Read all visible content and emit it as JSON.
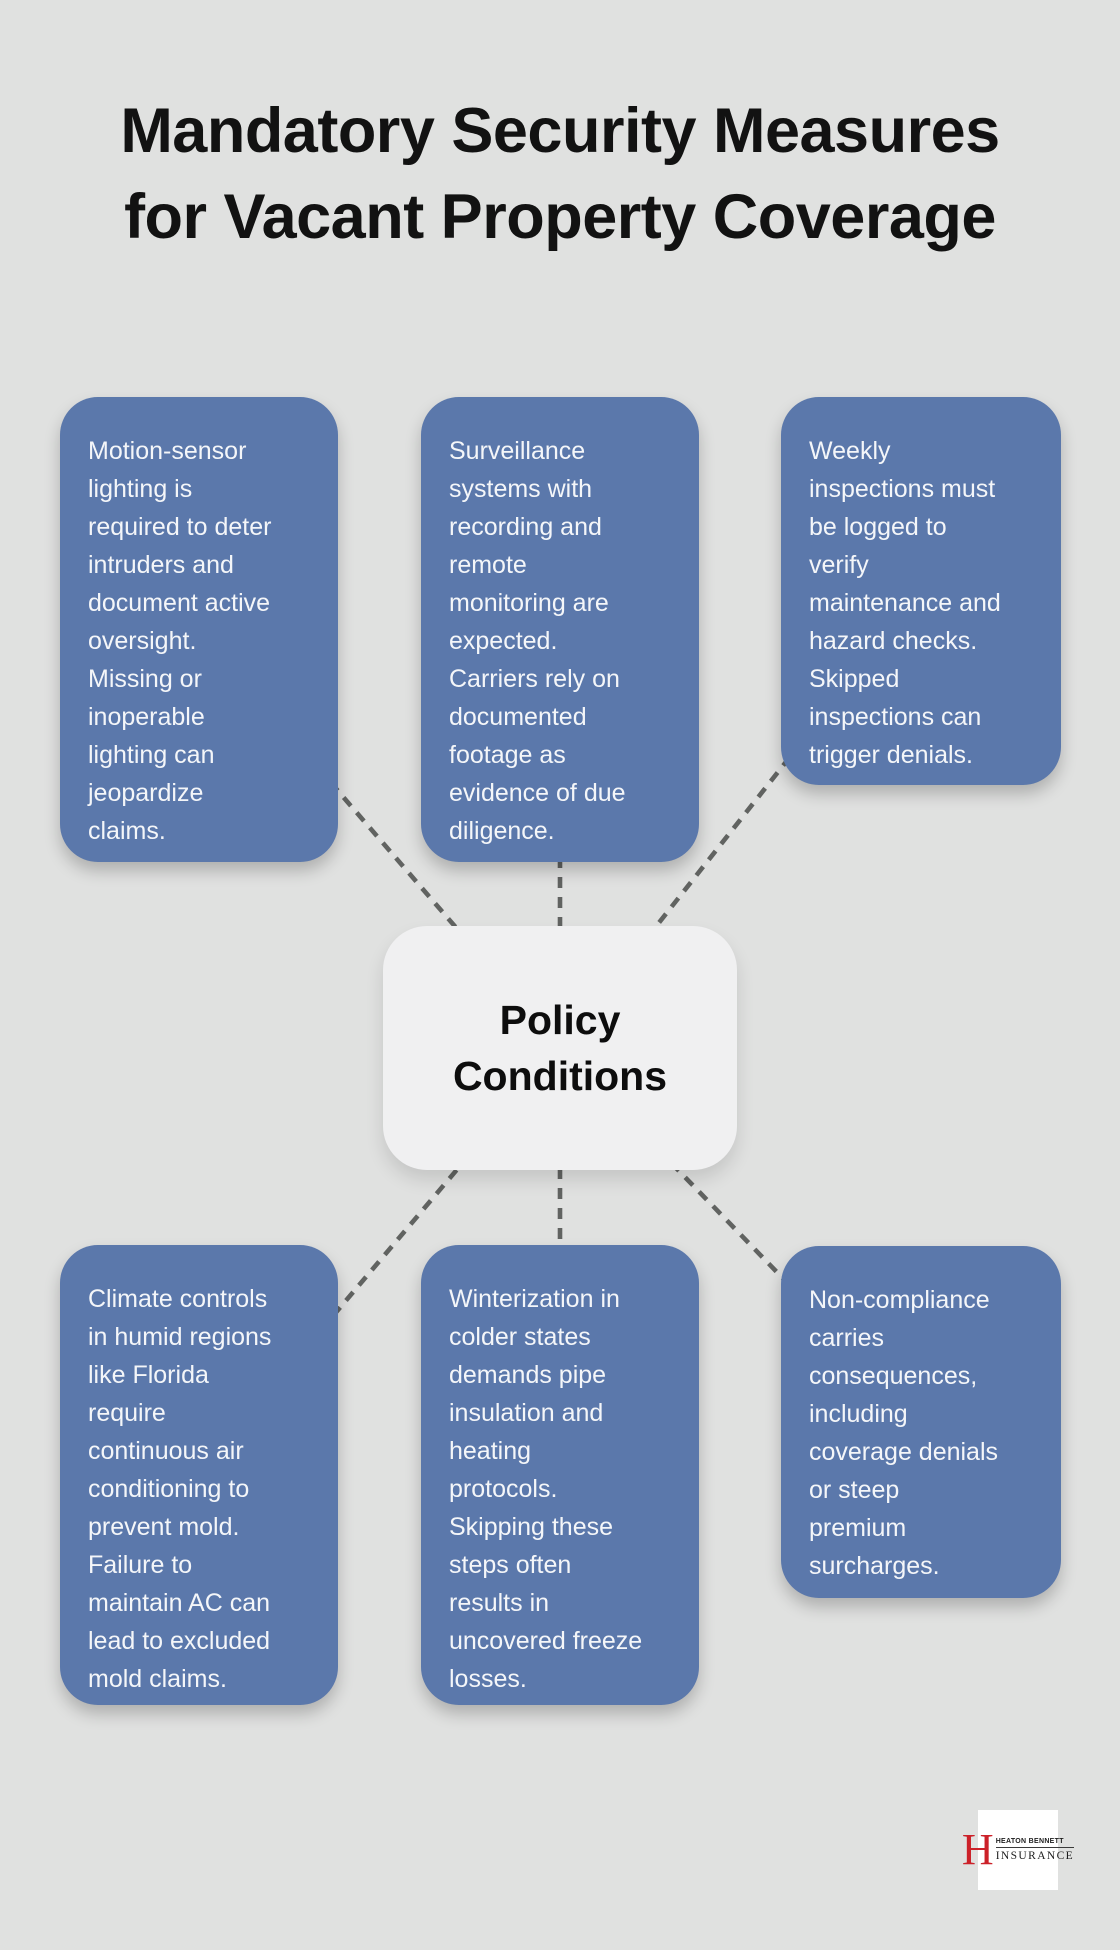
{
  "title": {
    "line1": "Mandatory Security Measures",
    "line2": "for Vacant Property Coverage"
  },
  "center_node": {
    "label": "Policy\nConditions"
  },
  "nodes": [
    {
      "id": "top-left",
      "text": "Motion-sensor\nlighting is\nrequired to deter\nintruders and\ndocument active\noversight.\nMissing or\ninoperable\nlighting can\njeopardize\nclaims."
    },
    {
      "id": "top-middle",
      "text": "Surveillance\nsystems with\nrecording and\nremote\nmonitoring are\nexpected.\nCarriers rely on\ndocumented\nfootage as\nevidence of due\ndiligence."
    },
    {
      "id": "top-right",
      "text": "Weekly\ninspections must\nbe logged to\nverify\nmaintenance and\nhazard checks.\nSkipped\ninspections can\ntrigger denials."
    },
    {
      "id": "bottom-left",
      "text": "Climate controls\nin humid regions\nlike Florida\nrequire\ncontinuous air\nconditioning to\nprevent mold.\nFailure to\nmaintain AC can\nlead to excluded\nmold claims."
    },
    {
      "id": "bottom-middle",
      "text": "Winterization in\ncolder states\ndemands pipe\ninsulation and\nheating\nprotocols.\nSkipping these\nsteps often\nresults in\nuncovered freeze\nlosses."
    },
    {
      "id": "bottom-right",
      "text": "Non-compliance\ncarries\nconsequences,\nincluding\ncoverage denials\nor steep\npremium\nsurcharges."
    }
  ],
  "logo": {
    "monogram": "H",
    "company": "HEATON BENNETT",
    "tagline": "INSURANCE"
  },
  "colors": {
    "background": "#e0e1e0",
    "node_fill": "#5b78ab",
    "node_text": "#f4f6f9",
    "center_fill": "#f0f0f1",
    "center_text": "#0d0d0d",
    "connector": "#616361",
    "title_text": "#121212",
    "logo_red": "#cc2129"
  }
}
